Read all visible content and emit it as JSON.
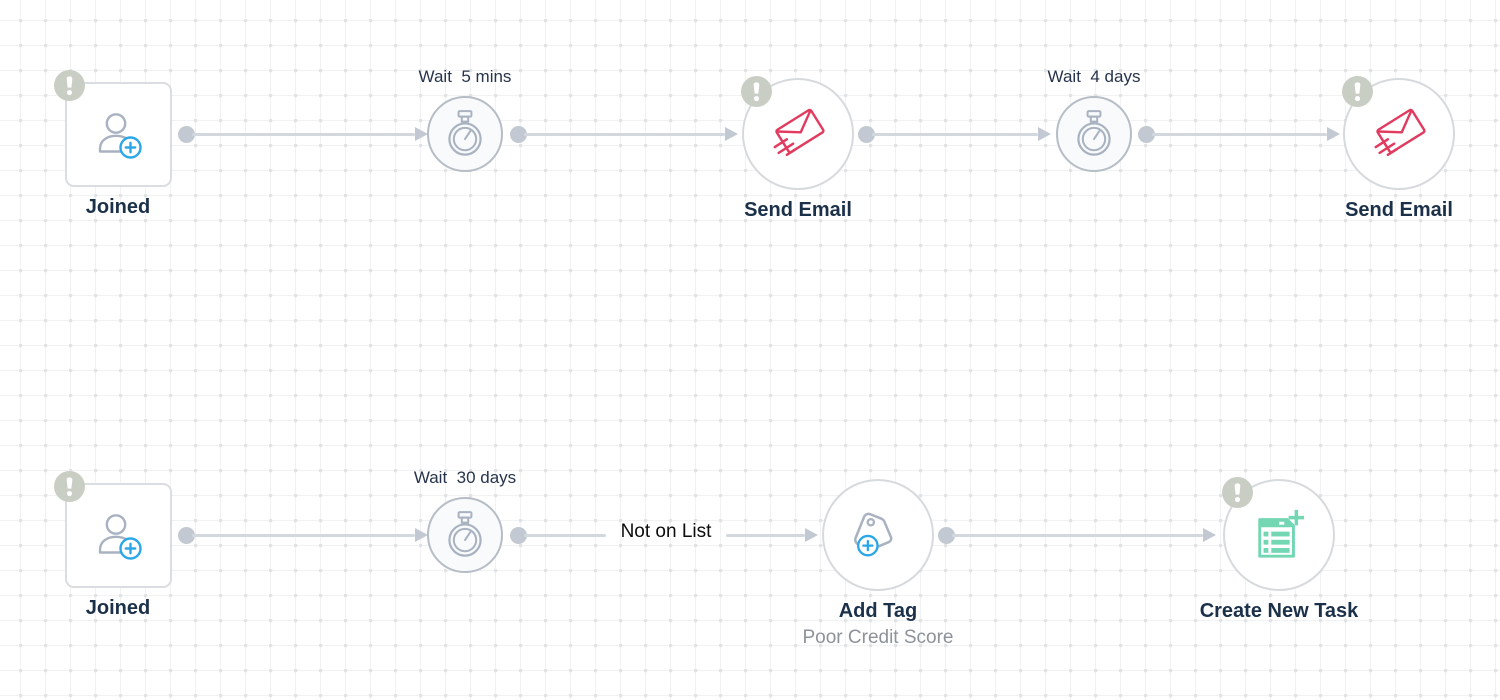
{
  "app": {
    "view": "automation-workflow-canvas"
  },
  "colors": {
    "accent_blue": "#2ba7e8",
    "email_pink": "#e13b60",
    "task_teal": "#73d7b4",
    "icon_gray": "#a8b2c1",
    "badge_gray": "#c9cec5",
    "connector_gray": "#c3c9d2",
    "label_navy": "#1b3049",
    "subtitle_gray": "#8d9399"
  },
  "nodes": [
    {
      "id": "joined-1",
      "label": "Joined",
      "icon": "person-add-icon",
      "alert": true
    },
    {
      "id": "wait-5-mins",
      "label": "Wait  5 mins",
      "icon": "stopwatch-icon",
      "alert": false
    },
    {
      "id": "send-email-1",
      "label": "Send Email",
      "icon": "email-send-icon",
      "alert": true
    },
    {
      "id": "wait-4-days",
      "label": "Wait  4 days",
      "icon": "stopwatch-icon",
      "alert": false
    },
    {
      "id": "send-email-2",
      "label": "Send Email",
      "icon": "email-send-icon",
      "alert": true
    },
    {
      "id": "joined-2",
      "label": "Joined",
      "icon": "person-add-icon",
      "alert": true
    },
    {
      "id": "wait-30-days",
      "label": "Wait  30 days",
      "icon": "stopwatch-icon",
      "alert": false
    },
    {
      "id": "add-tag",
      "label": "Add Tag",
      "subtitle": "Poor Credit Score",
      "icon": "tag-add-icon",
      "alert": false
    },
    {
      "id": "create-new-task",
      "label": "Create New Task",
      "icon": "task-add-icon",
      "alert": true
    }
  ],
  "connectors": [
    {
      "from": "joined-1",
      "to": "wait-5-mins",
      "label": ""
    },
    {
      "from": "wait-5-mins",
      "to": "send-email-1",
      "label": ""
    },
    {
      "from": "send-email-1",
      "to": "wait-4-days",
      "label": ""
    },
    {
      "from": "wait-4-days",
      "to": "send-email-2",
      "label": ""
    },
    {
      "from": "joined-2",
      "to": "wait-30-days",
      "label": ""
    },
    {
      "from": "wait-30-days",
      "to": "add-tag",
      "label": "Not on List"
    },
    {
      "from": "add-tag",
      "to": "create-new-task",
      "label": ""
    }
  ]
}
